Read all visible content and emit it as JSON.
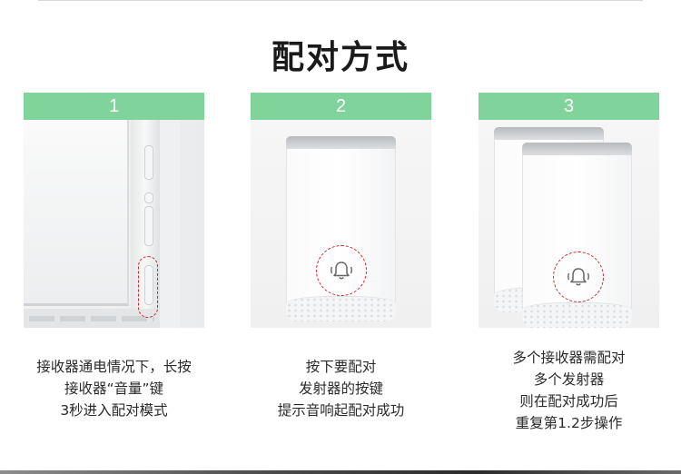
{
  "title": "配对方式",
  "steps": [
    {
      "number": "1",
      "lines": [
        "接收器通电情况下，长按",
        "接收器“音量”键",
        "3秒进入配对模式"
      ]
    },
    {
      "number": "2",
      "lines": [
        "按下要配对",
        "发射器的按键",
        "提示音响起配对成功"
      ]
    },
    {
      "number": "3",
      "lines": [
        "多个接收器需配对",
        "多个发射器",
        "则在配对成功后",
        "重复第1.2步操作"
      ]
    }
  ],
  "colors": {
    "step_header": "#7fd39b",
    "highlight_dashed": "#d3252b",
    "title_text": "#1a1a1a"
  },
  "icons": {
    "bell": "bell-ringing-icon"
  }
}
